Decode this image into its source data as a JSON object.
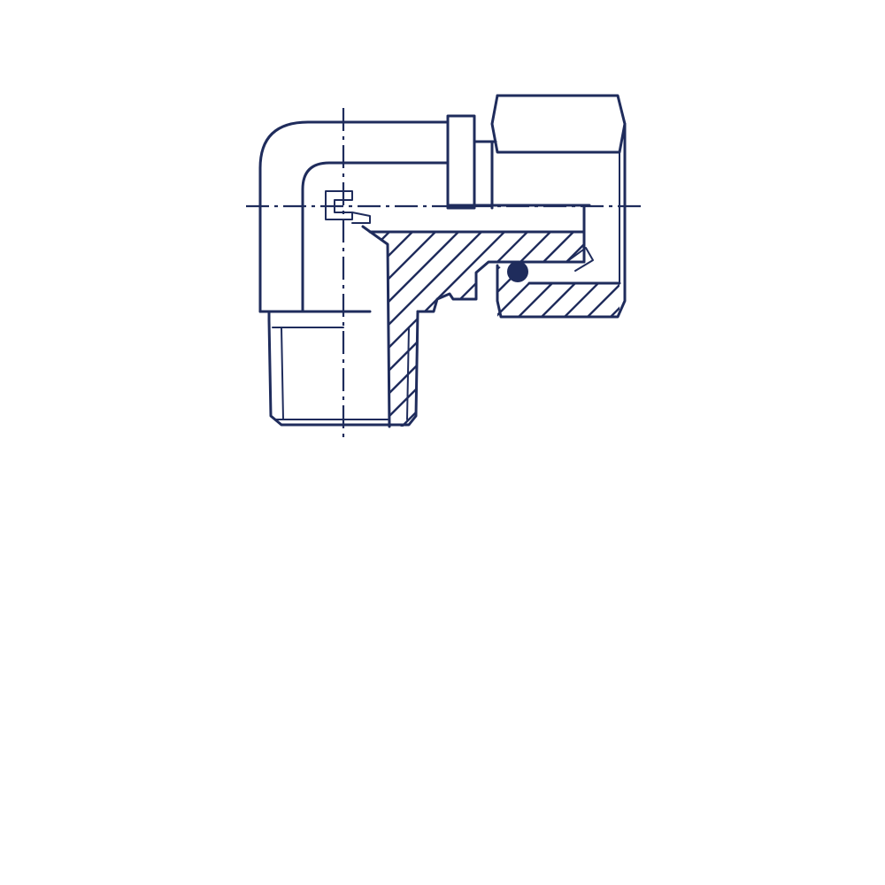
{
  "drawing": {
    "subject": "elbow-fitting-technical-drawing",
    "colors": {
      "stroke": "#1f2c5c",
      "background": "#ffffff",
      "oring_fill": "#1f2c5c"
    },
    "parts": [
      "elbow-body",
      "threaded-stud-end",
      "flange-collar",
      "union-nut",
      "o-ring",
      "section-hatching"
    ]
  }
}
